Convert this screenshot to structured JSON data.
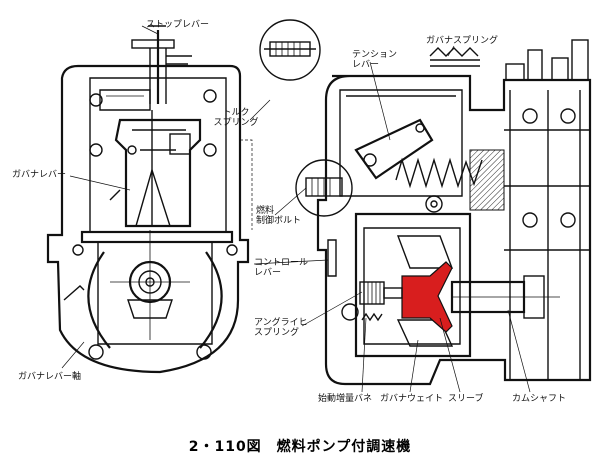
{
  "diagram": {
    "caption": "2・110図　燃料ポンプ付調速機",
    "accent_color": "#d81e1e",
    "labels": {
      "stop_lever": "ストップレバー",
      "torque_spring": "トルク\nスプリング",
      "tension_lever": "テンション\nレバー",
      "governor_spring": "ガバナスプリング",
      "governor_lever": "ガバナレバー",
      "fuel_control_bolt": "燃料\n制御ボルト",
      "control_lever": "コントロール\nレバー",
      "angleich_spring": "アングライヒ\nスプリング",
      "governor_lever_shaft": "ガバナレバー軸",
      "starting_increase_spring": "始動増量バネ",
      "governor_weight": "ガバナウェイト",
      "sleeve": "スリーブ",
      "camshaft": "カムシャフト"
    }
  }
}
